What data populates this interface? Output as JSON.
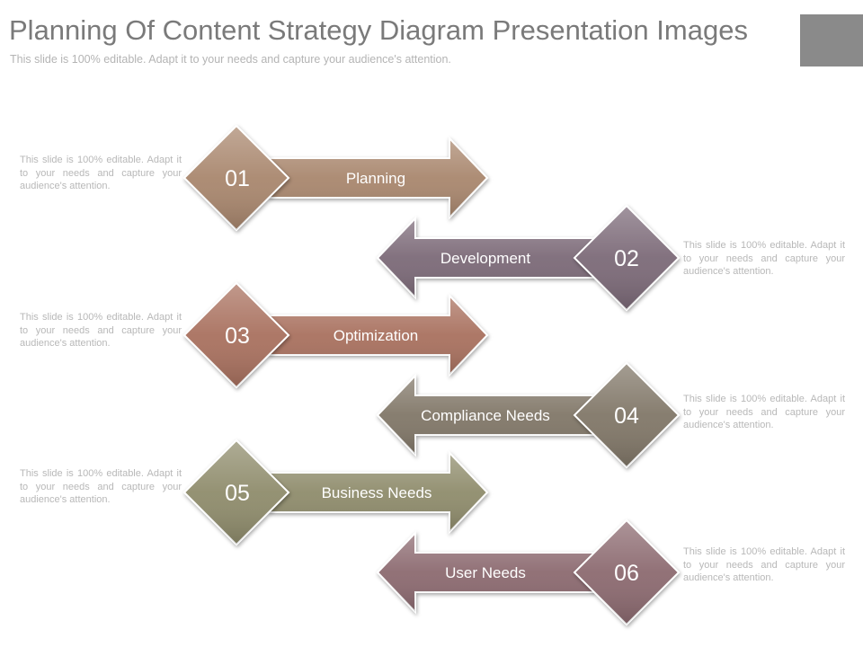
{
  "slide": {
    "title": "Planning Of Content Strategy Diagram Presentation Images",
    "subtitle": "This slide is 100% editable. Adapt it to your needs and capture your audience's attention."
  },
  "stages": [
    {
      "number": "01",
      "label": "Planning",
      "direction": "right",
      "color": "#a9876e",
      "description": "This slide is 100% editable. Adapt it to your needs and capture your audience's attention."
    },
    {
      "number": "02",
      "label": "Development",
      "direction": "left",
      "color": "#7b6a78",
      "description": "This slide is 100% editable. Adapt it to your needs and capture your audience's attention."
    },
    {
      "number": "03",
      "label": "Optimization",
      "direction": "right",
      "color": "#a9715f",
      "description": "This slide is 100% editable. Adapt it to your needs and capture your audience's attention."
    },
    {
      "number": "04",
      "label": "Compliance Needs",
      "direction": "left",
      "color": "#817768",
      "description": "This slide is 100% editable. Adapt it to your needs and capture your audience's attention."
    },
    {
      "number": "05",
      "label": "Business Needs",
      "direction": "right",
      "color": "#8f8c6c",
      "description": "This slide is 100% editable. Adapt it to your needs and capture your audience's attention."
    },
    {
      "number": "06",
      "label": "User Needs",
      "direction": "left",
      "color": "#8c6a70",
      "description": "This slide is 100% editable. Adapt it to your needs and capture your audience's attention."
    }
  ]
}
